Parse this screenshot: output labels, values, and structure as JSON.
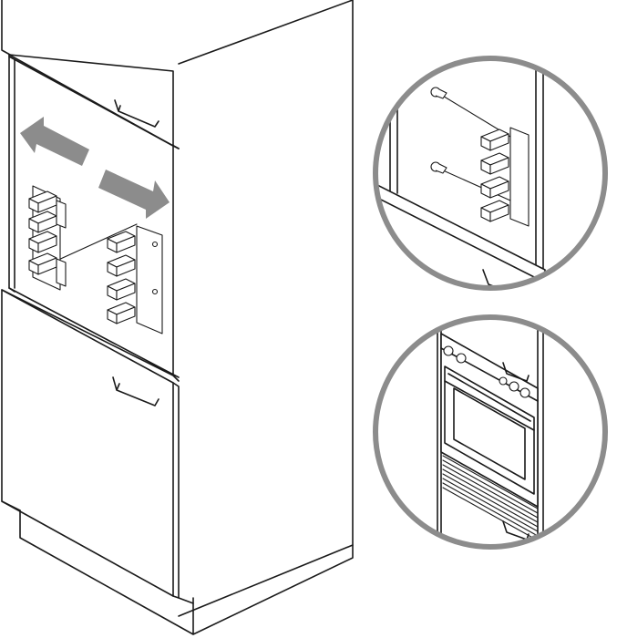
{
  "figure": {
    "colors": {
      "line": "#1a1a1a",
      "arrow": "#8c8c8c",
      "circle": "#8c8c8c",
      "background": "#ffffff"
    },
    "panels": [
      "cabinet-bracket-installation",
      "bracket-screw-detail",
      "oven-installed-detail"
    ],
    "bracket_steps_per_side": 4,
    "screws_in_detail": 2,
    "oven_knobs": 5
  }
}
